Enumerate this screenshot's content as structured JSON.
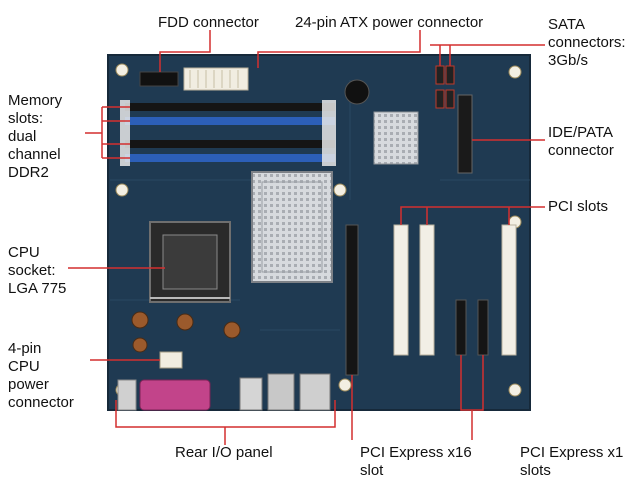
{
  "labels": {
    "fdd": "FDD connector",
    "atx": "24-pin ATX power connector",
    "sata": "SATA\nconnectors:\n3Gb/s",
    "memory": "Memory\nslots:\ndual\nchannel\nDDR2",
    "idepata": "IDE/PATA\nconnector",
    "pci": "PCI slots",
    "cpu_socket": "CPU\nsocket:\nLGA 775",
    "cpu_power": "4-pin\nCPU\npower\nconnector",
    "rear_io": "Rear I/O panel",
    "pcie16": "PCI Express x16\nslot",
    "pcie1": "PCI Express x1\nslots"
  },
  "colors": {
    "board": "#1f3a52",
    "leader_line": "#d32f2f",
    "heatsink": "#c9ccd0",
    "pci_slot": "#f2efe6",
    "dimm_blue": "#2c5fb8",
    "dimm_black": "#151515",
    "parallel_port": "#c2448a"
  }
}
